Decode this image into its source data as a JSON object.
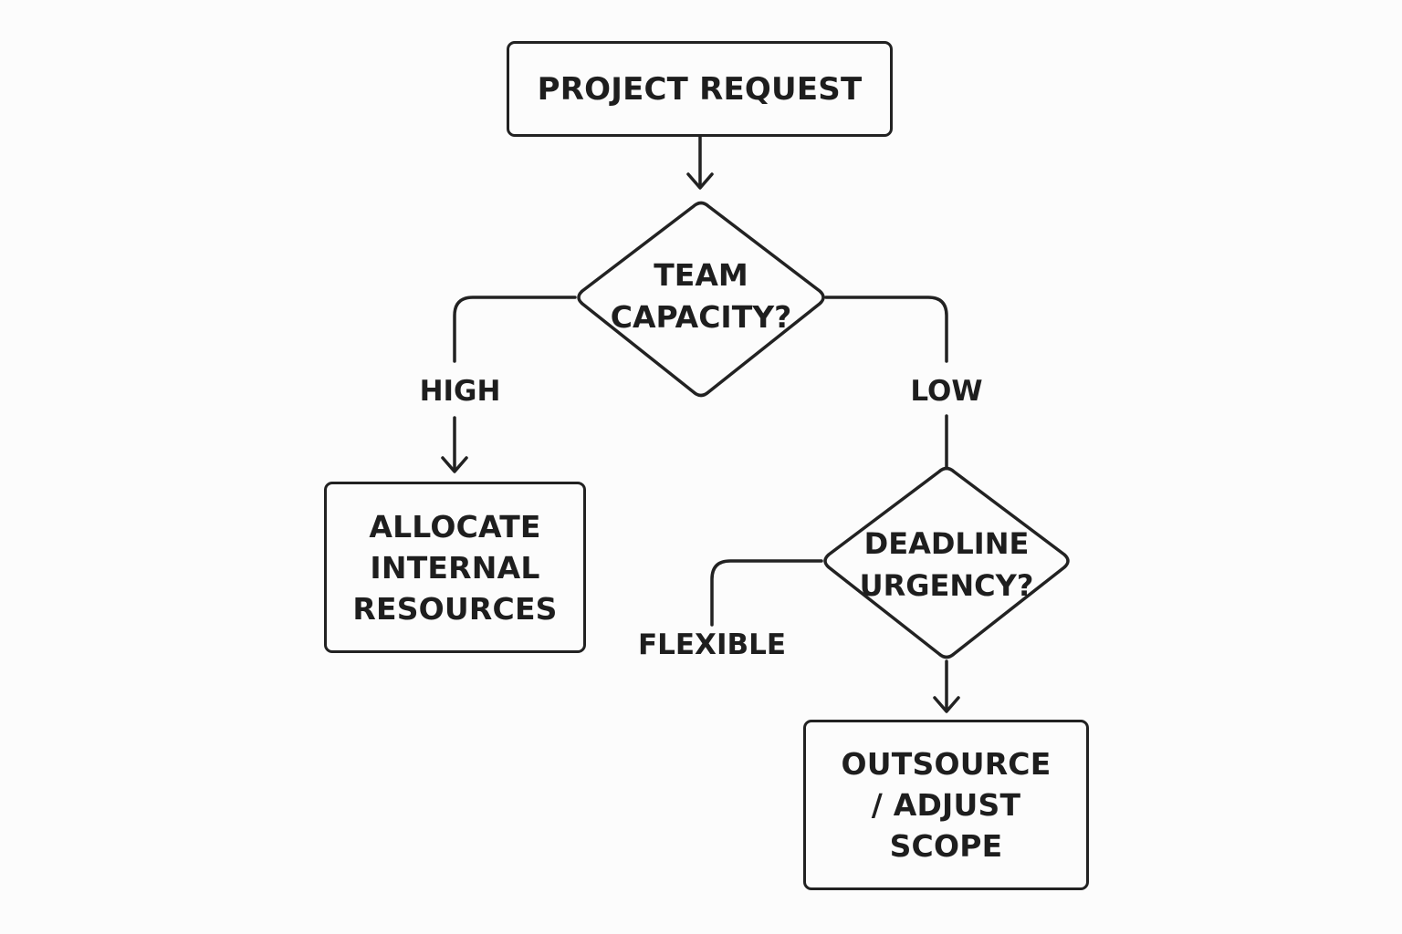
{
  "diagram": {
    "nodes": {
      "project_request": {
        "lines": [
          "PROJECT REQUEST"
        ]
      },
      "team_capacity": {
        "lines": [
          "TEAM",
          "CAPACITY?"
        ]
      },
      "allocate_internal": {
        "lines": [
          "ALLOCATE",
          "INTERNAL",
          "RESOURCES"
        ]
      },
      "deadline_urgency": {
        "lines": [
          "DEADLINE",
          "URGENCY?"
        ]
      },
      "outsource_adjust": {
        "lines": [
          "OUTSOURCE",
          "/ ADJUST",
          "SCOPE"
        ]
      }
    },
    "edge_labels": {
      "high": "HIGH",
      "low": "LOW",
      "flexible": "FLEXIBLE"
    },
    "edges": [
      {
        "from": "project_request",
        "to": "team_capacity"
      },
      {
        "from": "team_capacity",
        "to": "allocate_internal",
        "label": "HIGH"
      },
      {
        "from": "team_capacity",
        "to": "deadline_urgency",
        "label": "LOW"
      },
      {
        "from": "deadline_urgency",
        "to": "",
        "label": "FLEXIBLE"
      },
      {
        "from": "deadline_urgency",
        "to": "outsource_adjust"
      }
    ]
  }
}
